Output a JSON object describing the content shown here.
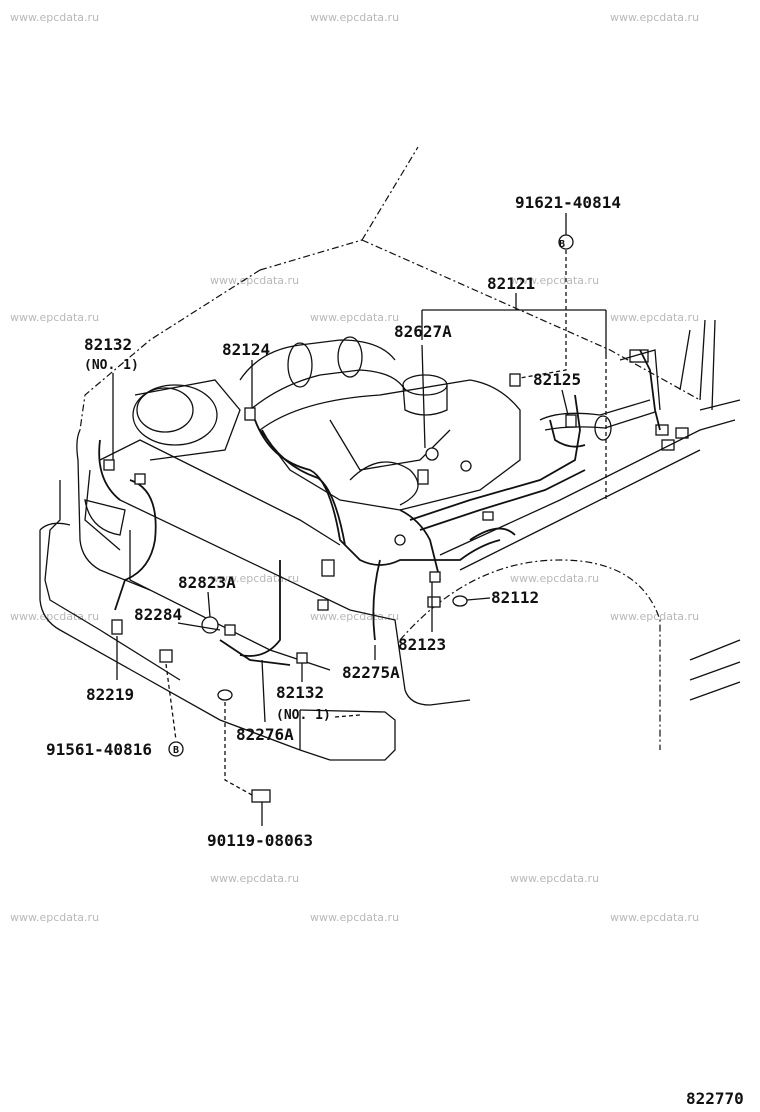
{
  "watermark": "www.epcdata.ru",
  "labels": {
    "p91621": "91621-40814",
    "p82121": "82121",
    "p82627a": "82627A",
    "p82125": "82125",
    "p82124": "82124",
    "p82132_top": "82132",
    "no1_top": "(NO. 1)",
    "p82823a": "82823A",
    "p82284": "82284",
    "p82112": "82112",
    "p82123": "82123",
    "p82275a": "82275A",
    "p82132_bot": "82132",
    "no1_bot": "(NO. 1)",
    "p82276a": "82276A",
    "p82219": "82219",
    "p91561": "91561-40816",
    "p90119": "90119-08063",
    "figure_code": "822770"
  },
  "marks": {
    "b": "B"
  }
}
